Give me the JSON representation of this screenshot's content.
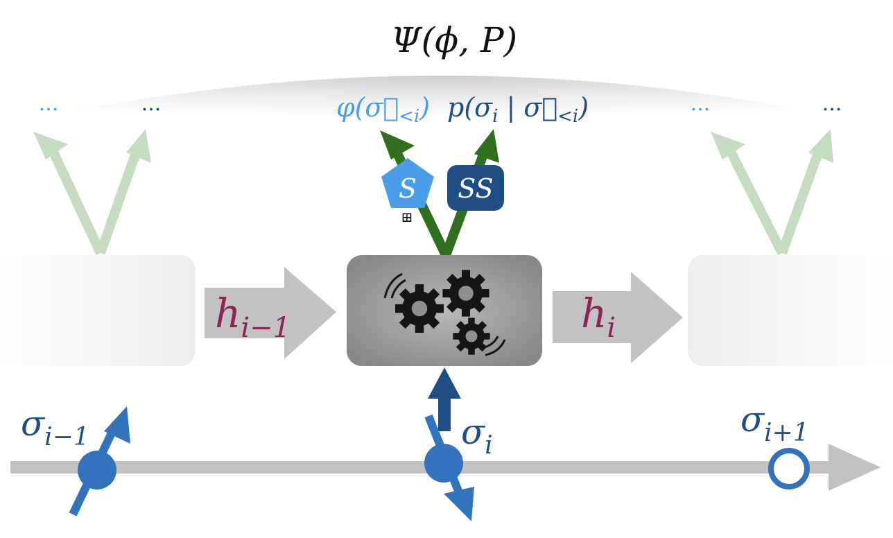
{
  "title": "Ψ(ϕ, P)",
  "outputs": {
    "left_dots_light": "···",
    "left_dots_dark": "···",
    "phase_label": {
      "main": "φ(σ⃗",
      "sub": "<i",
      "close": ")"
    },
    "prob_label": {
      "main": "p(σ",
      "sub1": "i",
      "mid": " | σ⃗",
      "sub2": "<i",
      "close": ")"
    },
    "right_dots_light": "···",
    "right_dots_dark": "···"
  },
  "badges": {
    "symmetric": "S",
    "softmax": "SS",
    "plus_symbol": "⊞"
  },
  "hidden": {
    "prev": {
      "main": "h",
      "sub": "i−1"
    },
    "next": {
      "main": "h",
      "sub": "i"
    }
  },
  "spins": {
    "prev": {
      "main": "σ",
      "sub": "i−1"
    },
    "curr": {
      "main": "σ",
      "sub": "i"
    },
    "next": {
      "main": "σ",
      "sub": "i+1"
    }
  },
  "colors": {
    "light_blue": "#4a9de8",
    "dark_blue": "#1f4e86",
    "spin_blue": "#3273bb",
    "green": "#2f6f1d",
    "pale_green": "#c6dcc0",
    "magenta": "#8b2457",
    "grey_arrow": "#c2c2c2",
    "cell_grey": "#8c8c8c"
  }
}
